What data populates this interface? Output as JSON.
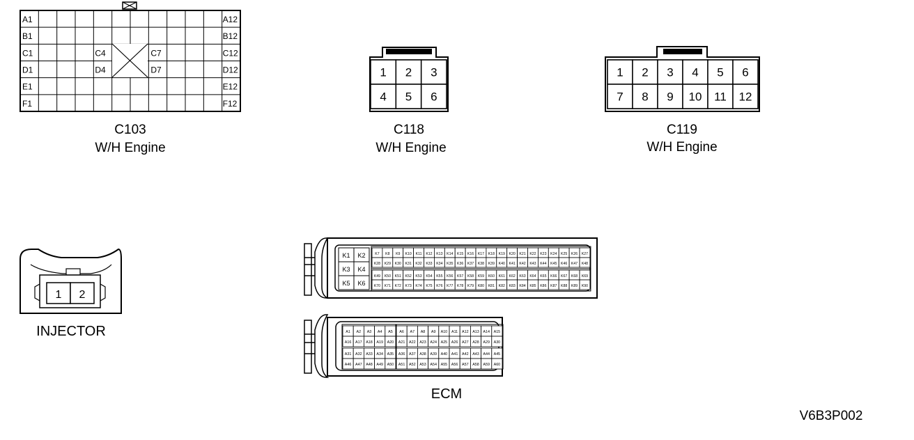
{
  "connectors": {
    "c103": {
      "id": "C103",
      "harness": "W/H Engine",
      "row_labels_left": [
        "A1",
        "B1",
        "C1",
        "D1",
        "E1",
        "F1"
      ],
      "row_labels_right": [
        "A12",
        "B12",
        "C12",
        "D12",
        "E12",
        "F12"
      ],
      "inner_labels": [
        "C4",
        "D4",
        "C7",
        "D7"
      ]
    },
    "c118": {
      "id": "C118",
      "harness": "W/H Engine",
      "pins": [
        "1",
        "2",
        "3",
        "4",
        "5",
        "6"
      ]
    },
    "c119": {
      "id": "C119",
      "harness": "W/H Engine",
      "pins": [
        "1",
        "2",
        "3",
        "4",
        "5",
        "6",
        "7",
        "8",
        "9",
        "10",
        "11",
        "12"
      ]
    },
    "injector": {
      "name": "INJECTOR",
      "pins": [
        "1",
        "2"
      ]
    },
    "ecm": {
      "name": "ECM",
      "k_block": [
        "K1",
        "K2",
        "K3",
        "K4",
        "K5",
        "K6"
      ],
      "k_rows": [
        [
          "K7",
          "K8",
          "K9",
          "K10",
          "K11",
          "K12",
          "K13",
          "K14",
          "K15",
          "K16",
          "K17",
          "K18",
          "K19",
          "K20",
          "K21",
          "K22",
          "K23",
          "K24",
          "K25",
          "K26",
          "K27"
        ],
        [
          "K28",
          "K29",
          "K30",
          "K31",
          "K32",
          "K33",
          "K34",
          "K35",
          "K36",
          "K37",
          "K38",
          "K39",
          "K40",
          "K41",
          "K42",
          "K43",
          "K44",
          "K45",
          "K46",
          "K47",
          "K48"
        ],
        [
          "K49",
          "K50",
          "K51",
          "K52",
          "K53",
          "K54",
          "K55",
          "K56",
          "K57",
          "K58",
          "K59",
          "K60",
          "K61",
          "K62",
          "K63",
          "K64",
          "K65",
          "K66",
          "K67",
          "K68",
          "K69"
        ],
        [
          "K70",
          "K71",
          "K72",
          "K73",
          "K74",
          "K75",
          "K76",
          "K77",
          "K78",
          "K79",
          "K80",
          "K81",
          "K82",
          "K83",
          "K84",
          "K85",
          "K86",
          "K87",
          "K88",
          "K89",
          "K90"
        ]
      ],
      "a_rows": [
        [
          "A1",
          "A2",
          "A3",
          "A4",
          "A5",
          "A6",
          "A7",
          "A8",
          "A9",
          "A10",
          "A11",
          "A12",
          "A13",
          "A14",
          "A15"
        ],
        [
          "A16",
          "A17",
          "A18",
          "A19",
          "A20",
          "A21",
          "A22",
          "A23",
          "A24",
          "A25",
          "A26",
          "A27",
          "A28",
          "A29",
          "A30"
        ],
        [
          "A31",
          "A32",
          "A33",
          "A34",
          "A35",
          "A36",
          "A37",
          "A38",
          "A39",
          "A40",
          "A41",
          "A42",
          "A43",
          "A44",
          "A45"
        ],
        [
          "A46",
          "A47",
          "A48",
          "A49",
          "A50",
          "A51",
          "A52",
          "A53",
          "A54",
          "A55",
          "A56",
          "A57",
          "A58",
          "A59",
          "A60"
        ]
      ]
    }
  },
  "figure_code": "V6B3P002"
}
